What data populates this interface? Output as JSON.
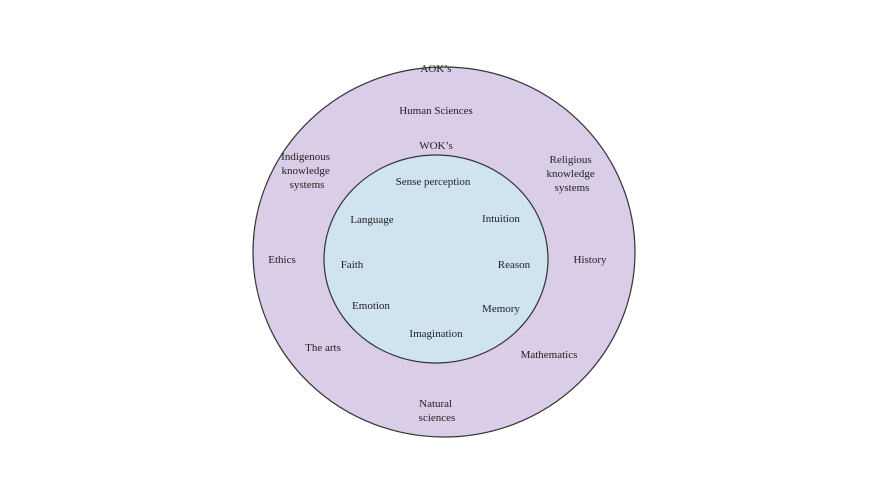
{
  "colors": {
    "outer_fill": "#d9cde8",
    "inner_fill": "#cfe3f1",
    "stroke": "#333333",
    "text": "#222222"
  },
  "outer": {
    "title": "AOK’s",
    "labels": {
      "human_sciences": "Human Sciences",
      "indigenous": [
        "Indigenous",
        "knowledge",
        "systems"
      ],
      "religious": [
        "Religious",
        "knowledge",
        "systems"
      ],
      "ethics": "Ethics",
      "history": "History",
      "arts": "The arts",
      "mathematics": "Mathematics",
      "natural_sciences": [
        "Natural",
        "sciences"
      ]
    }
  },
  "inner": {
    "title": "WOK’s",
    "labels": {
      "sense_perception": "Sense perception",
      "language": "Language",
      "intuition": "Intuition",
      "faith": "Faith",
      "reason": "Reason",
      "emotion": "Emotion",
      "memory": "Memory",
      "imagination": "Imagination"
    }
  }
}
